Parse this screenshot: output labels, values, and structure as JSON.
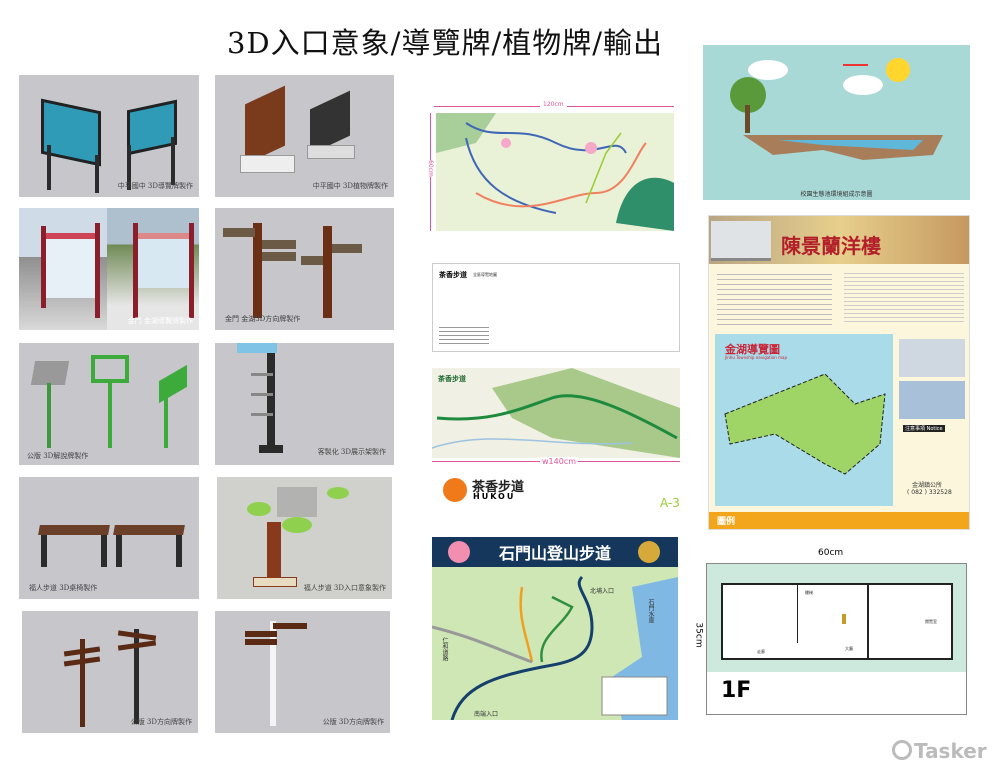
{
  "title": "3D入口意象/導覽牌/植物牌/輸出",
  "panels": [
    {
      "caption": "中平國中 3D導覽牌製作"
    },
    {
      "caption": "中平國中 3D植物牌製作"
    },
    {
      "caption": "金門 金湖導覽牌製作"
    },
    {
      "caption": "金門 金湖3D方向牌製作"
    },
    {
      "caption": "公版 3D解說牌製作"
    },
    {
      "caption": "客製化 3D展示架製作"
    },
    {
      "caption": "福人步道 3D桌椅製作"
    },
    {
      "caption": "福人步道 3D入口意象製作"
    },
    {
      "caption": "公版 3D方向牌製作"
    },
    {
      "caption": "公版 3D方向牌製作"
    }
  ],
  "map1": {
    "width_label": "120cm",
    "height_label": "60cm"
  },
  "tea": {
    "title": "茶香步道",
    "subtitle": "全區導覽地圖",
    "width_label": "w140cm",
    "logo_name": "茶香步道",
    "logo_en": "HUKOU",
    "sheet": "A-3"
  },
  "shimen": {
    "title": "石門山登山步道",
    "labels": [
      "北埔入口",
      "南端入口",
      "石門水庫",
      "仁和道路"
    ]
  },
  "eco": {
    "caption": "校園生態池環境組成示意圖"
  },
  "poster": {
    "title": "陳景蘭洋樓",
    "map_title": "金湖導覽圖",
    "map_subtitle": "Jinhu Township navigation map",
    "notice": "注意事項 Notice",
    "office": "金湖鎮公所",
    "phone": "( 082 ) 332528",
    "legend_label": "圖例"
  },
  "floorplan": {
    "width_label": "60cm",
    "height_label": "35cm",
    "floor": "1F",
    "rooms": [
      "走廊",
      "大廳",
      "閱覽室",
      "樓梯"
    ]
  },
  "watermark": "Tasker",
  "colors": {
    "panel_gray": "#c6c6cb",
    "teal": "#a9d9d6",
    "pink_dim": "#e0559a",
    "poster_orange": "#f3a51c"
  }
}
